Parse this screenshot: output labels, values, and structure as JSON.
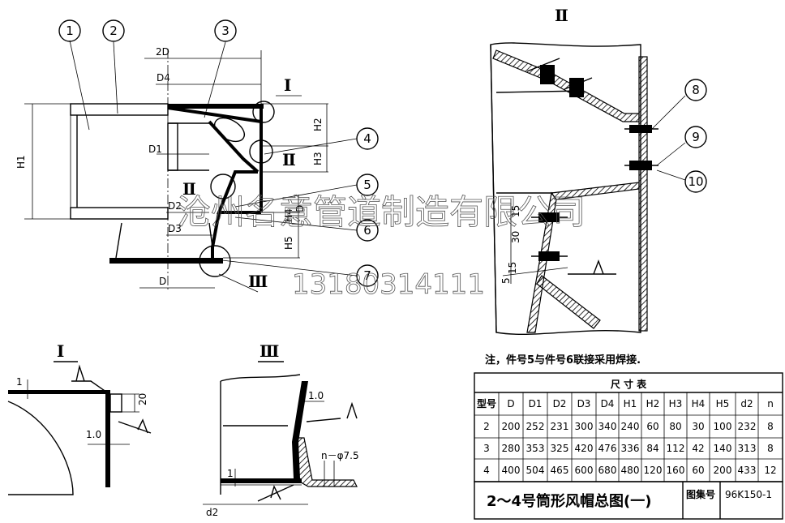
{
  "main_view": {
    "part_numbers": [
      "1",
      "2",
      "3",
      "4",
      "5",
      "6",
      "7"
    ],
    "dims": {
      "two_d": "2D",
      "d4": "D4",
      "d1": "D1",
      "d2": "D2",
      "d3": "D3",
      "d": "D",
      "h1": "H1",
      "h2": "H2",
      "h3": "H3",
      "h4": "H4",
      "h5": "H5",
      "d_side": "D"
    },
    "detail_marks": {
      "i": "Ⅰ",
      "ii_a": "Ⅱ",
      "ii_b": "Ⅱ",
      "iii": "Ⅲ"
    }
  },
  "detail_ii": {
    "title": "Ⅱ",
    "part_numbers": [
      "8",
      "9",
      "10"
    ],
    "dims": {
      "d15a": "15",
      "d30": "30",
      "d15b": "15",
      "d5": "5"
    }
  },
  "detail_i": {
    "title": "Ⅰ",
    "dims": {
      "t1": "1",
      "w20": "20",
      "t10": "1.0"
    }
  },
  "detail_iii": {
    "title": "Ⅲ",
    "dims": {
      "t10": "1.0",
      "t1": "1",
      "holes": "n－φ7.5",
      "d2": "d2"
    }
  },
  "watermark": {
    "company": "沧州名意管道制造有限公司",
    "phone": "13180314111"
  },
  "note": "注，件号5与件号6联接采用焊接.",
  "size_table": {
    "title": "尺  寸  表",
    "headers": [
      "型号",
      "D",
      "D1",
      "D2",
      "D3",
      "D4",
      "H1",
      "H2",
      "H3",
      "H4",
      "H5",
      "d2",
      "n"
    ],
    "rows": [
      [
        "2",
        "200",
        "252",
        "231",
        "300",
        "340",
        "240",
        "60",
        "80",
        "30",
        "100",
        "232",
        "8"
      ],
      [
        "3",
        "280",
        "353",
        "325",
        "420",
        "476",
        "336",
        "84",
        "112",
        "42",
        "140",
        "313",
        "8"
      ],
      [
        "4",
        "400",
        "504",
        "465",
        "600",
        "680",
        "480",
        "120",
        "160",
        "60",
        "200",
        "433",
        "12"
      ]
    ]
  },
  "title_block": {
    "title": "2～4号筒形风帽总图(一)",
    "atlas_label": "图集号",
    "atlas_no": "96K150-1"
  }
}
